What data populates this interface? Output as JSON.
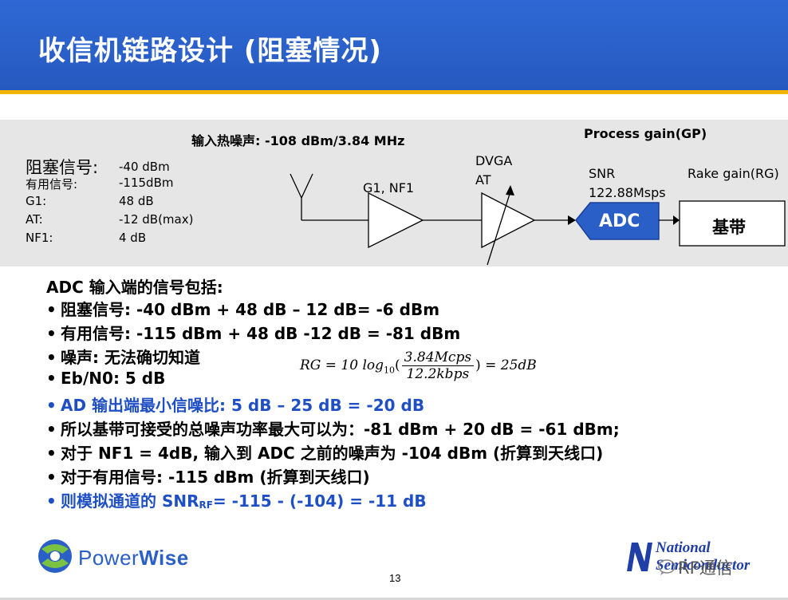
{
  "slide": {
    "title": "收信机链路设计 (阻塞情况)",
    "page_number": "13"
  },
  "diagram": {
    "thermal_noise": "输入热噪声: -108 dBm/3.84 MHz",
    "process_gain": "Process gain(GP)",
    "params": [
      {
        "label": "阻塞信号:",
        "value": "-40 dBm"
      },
      {
        "label": "有用信号:",
        "value": "-115dBm"
      },
      {
        "label": "G1:",
        "value": "48 dB"
      },
      {
        "label": "AT:",
        "value": "-12 dB(max)"
      },
      {
        "label": "NF1:",
        "value": "4 dB"
      }
    ],
    "amp1_label": "G1, NF1",
    "dvga_label": "DVGA",
    "at_label": "AT",
    "snr_label": "SNR",
    "rate_label": "122.88Msps",
    "adc_label": "ADC",
    "rake_label": "Rake gain(RG)",
    "baseband_label": "基带",
    "colors": {
      "adc_fill": "#2a5fc8",
      "title_bar": "#2a5fc8",
      "accent_rule": "#f2b400",
      "panel": "#e6e6e6"
    }
  },
  "content": {
    "heading": "ADC 输入端的信号包括:",
    "bullets": [
      {
        "text": "阻塞信号: -40 dBm + 48 dB – 12 dB= -6 dBm",
        "color": "black"
      },
      {
        "text": "有用信号: -115 dBm + 48 dB -12 dB = -81 dBm",
        "color": "black"
      },
      {
        "text": "噪声: 无法确切知道",
        "color": "black"
      },
      {
        "text": "Eb/N0: 5 dB",
        "color": "black"
      },
      {
        "text": "AD 输出端最小信噪比: 5 dB – 25 dB = -20 dB",
        "color": "blue"
      },
      {
        "text": "所以基带可接受的总噪声功率最大可以为：-81 dBm + 20 dB = -61 dBm;",
        "color": "black"
      },
      {
        "text": "对于 NF1 = 4dB, 输入到 ADC 之前的噪声为 -104 dBm (折算到天线口)",
        "color": "black"
      },
      {
        "text": "对于有用信号: -115 dBm (折算到天线口)",
        "color": "black"
      }
    ],
    "last_bullet": {
      "prefix": "则模拟通道的 SNR",
      "subscript": "RF",
      "suffix": "= -115 - (-104) = -11 dB"
    },
    "formula": {
      "lhs": "RG = 10 log",
      "log_base": "10",
      "numerator": "3.84Mcps",
      "denominator": "12.2kbps",
      "rhs": "= 25dB"
    }
  },
  "footer": {
    "powerwise_prefix": "Power",
    "powerwise_suffix": "Wise",
    "ns_line1": "National",
    "ns_line2": "Semiconductor",
    "watermark": "RF通信"
  }
}
